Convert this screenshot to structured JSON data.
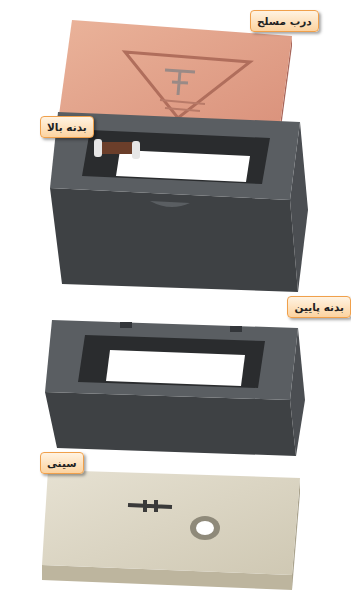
{
  "diagram": {
    "nodes": [
      {
        "text": [
          "درب مسلح"
        ]
      },
      {
        "text": [
          "بدنه بالا"
        ]
      },
      {
        "text": [
          "بدنه پایین"
        ]
      },
      {
        "text": [
          "سینی"
        ]
      }
    ]
  }
}
